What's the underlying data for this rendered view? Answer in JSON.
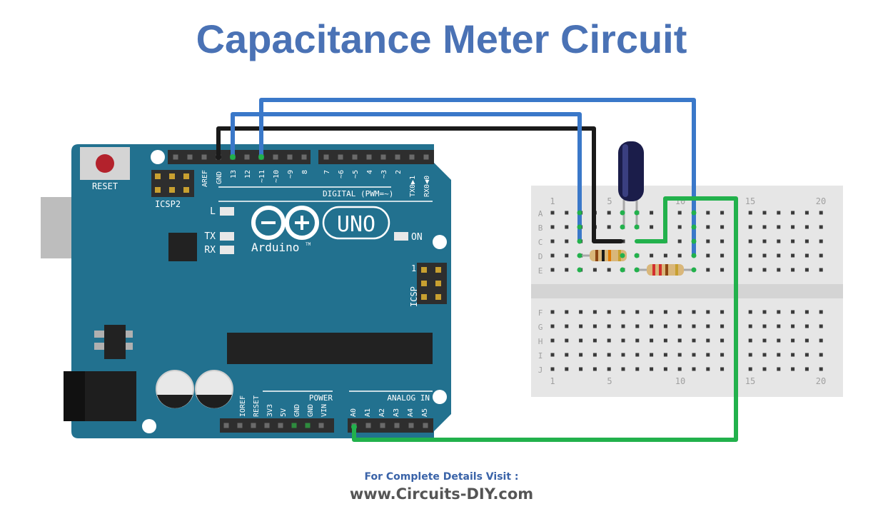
{
  "title": "Capacitance Meter Circuit",
  "footer": {
    "line1": "For Complete Details Visit :",
    "line2": "www.Circuits-DIY.com"
  },
  "arduino": {
    "reset_label": "RESET",
    "icsp2_label": "ICSP2",
    "icsp_label": "ICSP",
    "icsp_pin1": "1",
    "digital_header_label": "DIGITAL (PWM=~)",
    "power_header_label": "POWER",
    "analog_header_label": "ANALOG IN",
    "led_l": "L",
    "led_tx": "TX",
    "led_rx": "RX",
    "led_on": "ON",
    "logo_text": "Arduino",
    "logo_tm": "TM",
    "uno_text": "UNO",
    "digital_pins_left": [
      "AREF",
      "GND",
      "13",
      "12",
      "~11",
      "~10",
      "~9",
      "8"
    ],
    "digital_pins_right": [
      "7",
      "~6",
      "~5",
      "4",
      "~3",
      "2",
      "TX0▶1",
      "RX0◀0"
    ],
    "power_pins": [
      "IOREF",
      "RESET",
      "3V3",
      "5V",
      "GND",
      "GND",
      "VIN"
    ],
    "analog_pins": [
      "A0",
      "A1",
      "A2",
      "A3",
      "A4",
      "A5"
    ]
  },
  "breadboard": {
    "rows_top": [
      "A",
      "B",
      "C",
      "D",
      "E"
    ],
    "rows_bottom": [
      "F",
      "G",
      "H",
      "I",
      "J"
    ],
    "column_numbers": [
      "1",
      "5",
      "10",
      "15",
      "20"
    ]
  },
  "colors": {
    "board": "#22718f",
    "wire_blue": "#3a78c9",
    "wire_black": "#1a1a1a",
    "wire_green": "#22b14c",
    "title": "#4a72b5"
  }
}
